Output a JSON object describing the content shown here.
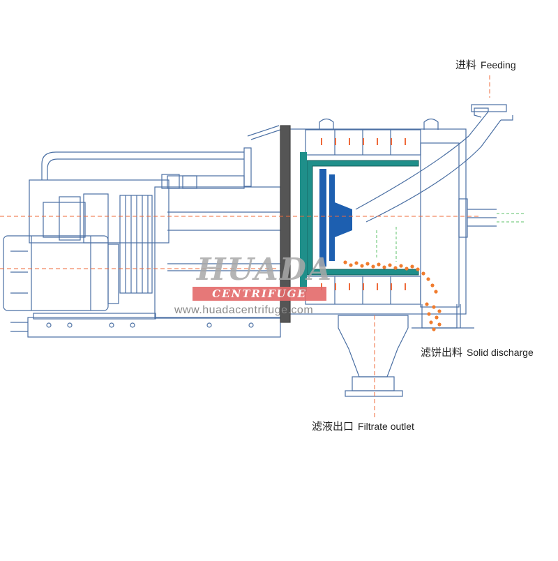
{
  "labels": {
    "feeding_cn": "进料",
    "feeding_en": "Feeding",
    "solid_cn": "滤饼出料",
    "solid_en": "Solid discharge",
    "filtrate_cn": "滤液出口",
    "filtrate_en": "Filtrate outlet"
  },
  "watermark": {
    "brand": "HUADA",
    "sub": "CENTRIFUGE",
    "url": "www.huadacentrifuge.com"
  },
  "colors": {
    "outline": "#4a6fa3",
    "flow_line": "#ef6a3a",
    "cake": "#f07c2e",
    "drum_teal": "#1f8f8a",
    "drum_blue": "#1d5fb0",
    "green_dash": "#5cc06a",
    "watermark_red": "#e46a6a"
  }
}
